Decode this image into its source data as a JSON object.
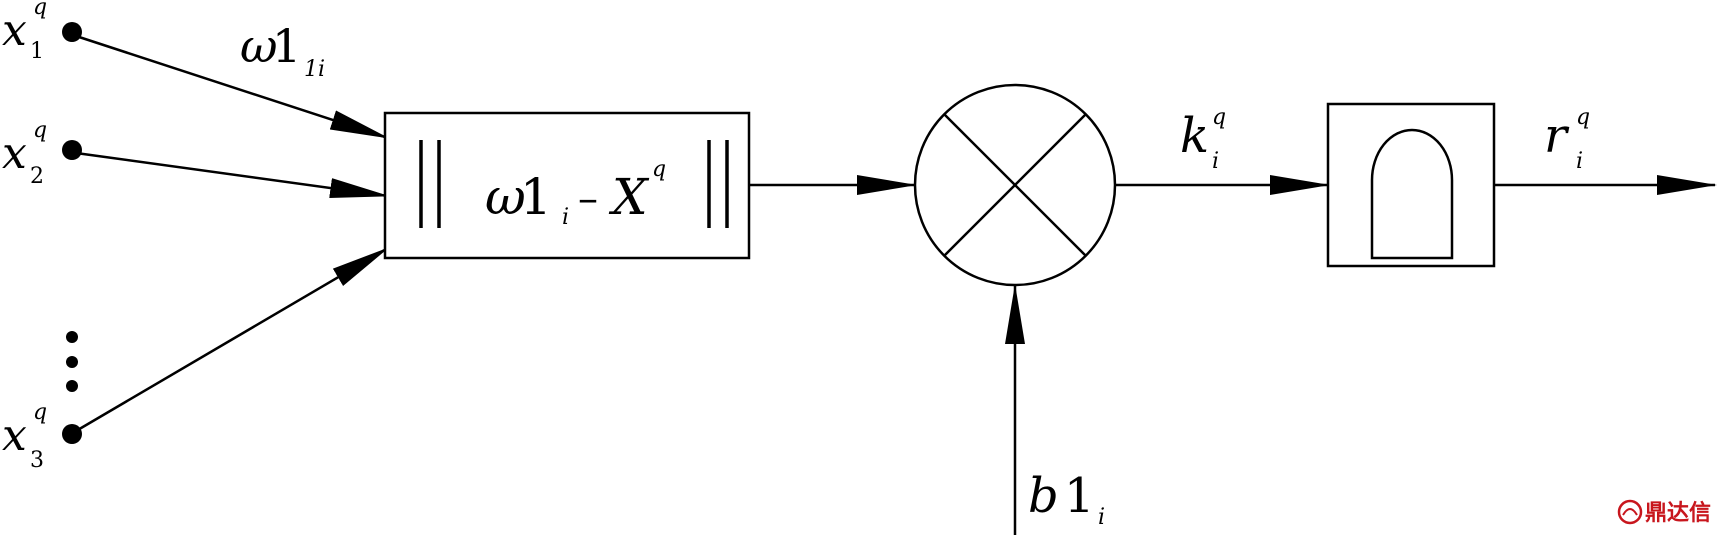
{
  "inputs": [
    {
      "var": "x",
      "sub": "1",
      "sup": "q"
    },
    {
      "var": "x",
      "sub": "2",
      "sup": "q"
    },
    {
      "var": "x",
      "sub": "3",
      "sup": "q"
    }
  ],
  "weight_label": {
    "var": "ω",
    "num": "1",
    "sub": "1i"
  },
  "distance_block": {
    "var": "ω",
    "num": "1",
    "sub": "i",
    "minus": "–",
    "var2": "X",
    "sup": "q"
  },
  "bias_label": {
    "var": "b",
    "num": "1",
    "sub": "i"
  },
  "k_label": {
    "var": "k",
    "sub": "i",
    "sup": "q"
  },
  "r_label": {
    "var": "r",
    "sub": "i",
    "sup": "q"
  },
  "watermark": {
    "text": "鼎达信",
    "color": "#c8161d"
  }
}
